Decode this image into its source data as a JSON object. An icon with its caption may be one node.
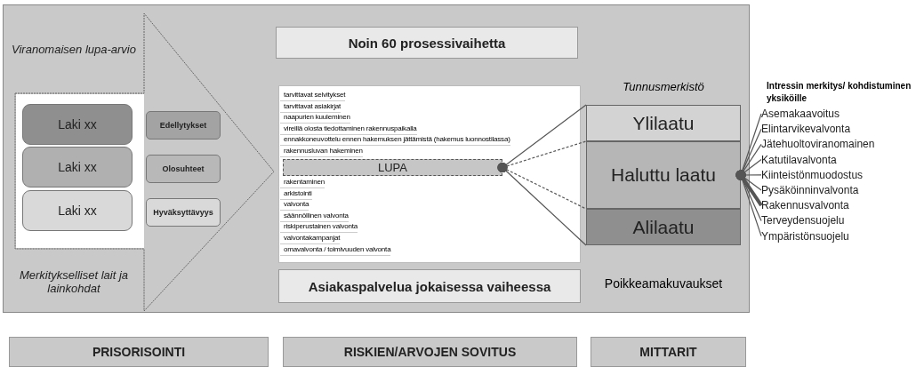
{
  "diagram": {
    "nodes": [
      {
        "text": [
          "Viranomaisen lupa-arvio",
          "Merkitykselliset lait ja lainkohdat"
        ]
      },
      {
        "text": [
          "Laki xx"
        ],
        "in": 0
      },
      {
        "text": [
          "Laki xx"
        ],
        "in": 0
      },
      {
        "text": [
          "Laki xx"
        ],
        "in": 0
      },
      {
        "text": [
          "Edellytykset"
        ],
        "in": 0
      },
      {
        "text": [
          "Olosuhteet"
        ],
        "in": 0
      },
      {
        "text": [
          "Hyväksyttävyys"
        ],
        "in": 0
      },
      {
        "text": [
          "Noin 60 prosessivaihetta"
        ]
      },
      {
        "text": [
          "LUPA"
        ]
      },
      {
        "text": [
          "Asiakaspalvelua jokaisessa vaiheessa"
        ]
      },
      {
        "text": [
          "Ylilaatu"
        ]
      },
      {
        "text": [
          "Haluttu laatu"
        ]
      },
      {
        "text": [
          "Alilaatu"
        ]
      },
      {
        "text": [
          "Asemakaavoitus"
        ]
      },
      {
        "text": [
          "Elintarvikevalvonta"
        ]
      },
      {
        "text": [
          "Jätehuoltoviranomainen"
        ]
      },
      {
        "text": [
          "Katutilavalvonta"
        ]
      },
      {
        "text": [
          "Kiinteistönmuodostus"
        ]
      },
      {
        "text": [
          "Pysäköinninvalvonta"
        ]
      },
      {
        "text": [
          "Rakennusvalvonta"
        ]
      },
      {
        "text": [
          "Terveydensuojelu"
        ]
      },
      {
        "text": [
          "Ympäristönsuojelu"
        ]
      },
      {
        "text": [
          "PRISORISOINTI"
        ]
      },
      {
        "text": [
          "RISKIEN/ARVOJEN SOVITUS"
        ]
      },
      {
        "text": [
          "MITTARIT"
        ]
      }
    ],
    "edges": [
      {
        "from": 8,
        "to": 10,
        "arrow": "other"
      },
      {
        "from": 8,
        "to": 11,
        "arrow": "other",
        "style": "dashed"
      },
      {
        "from": 8,
        "to": 11,
        "arrow": "other",
        "style": "dashed"
      },
      {
        "from": 8,
        "to": 12,
        "arrow": "other"
      },
      {
        "from": 11,
        "to": 13,
        "arrow": "other"
      },
      {
        "from": 11,
        "to": 14,
        "arrow": "other"
      },
      {
        "from": 11,
        "to": 15,
        "arrow": "other"
      },
      {
        "from": 11,
        "to": 16,
        "arrow": "other"
      },
      {
        "from": 11,
        "to": 17,
        "arrow": "other"
      },
      {
        "from": 11,
        "to": 18,
        "arrow": "other"
      },
      {
        "from": 11,
        "to": 19,
        "arrow": "other",
        "style": "thick"
      },
      {
        "from": 11,
        "to": 20,
        "arrow": "other"
      },
      {
        "from": 11,
        "to": 21,
        "arrow": "other"
      }
    ],
    "labels": [
      "Tunnusmerkistö",
      "tarvittavat selvitykset",
      "tarvittavat asiakirjat",
      "naapurien kuuleminen",
      "vireillä olosta tiedottaminen rakennuspaikalla",
      "ennakkoneuvottelu ennen hakemuksen jättämistä (hakemus luonnostilassa)",
      "rakennusluvan hakeminen",
      "rakentaminen",
      "arkistointi",
      "valvonta",
      "säännöllinen valvonta",
      "riskiperustainen valvonta",
      "valvontakampanjat",
      "omavalvonta / toimivuuden valvonta",
      "Intressin merkitys/ kohdistuminen yksiköille",
      "Poikkeamakuvaukset"
    ]
  }
}
